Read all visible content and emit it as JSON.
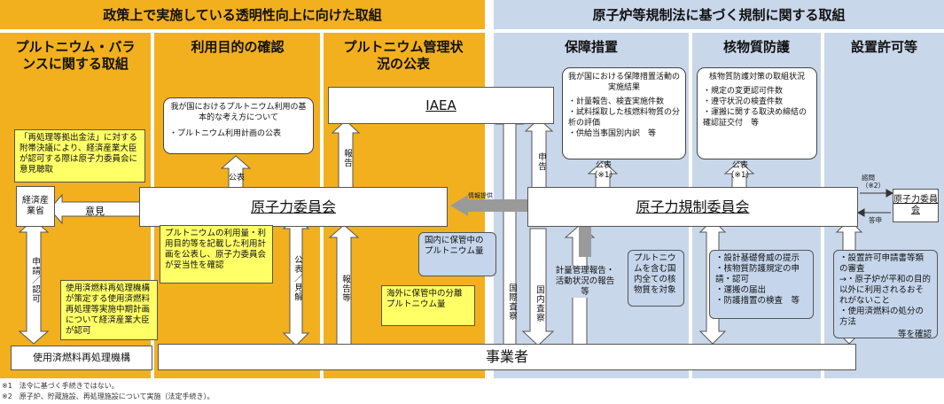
{
  "headers": {
    "left": "政策上で実施している透明性向上に向けた取組",
    "right": "原子炉等規制法に基づく規制に関する取組"
  },
  "columns": {
    "pu_balance": "プルトニウム・バランスに関する取組",
    "usage": "利用目的の確認",
    "pu_status": "プルトニウム管理状況の公表",
    "safeguards": "保障措置",
    "nuclear_security": "核物質防護",
    "permit": "設置許可等"
  },
  "boxes": {
    "iaea": "IAEA",
    "jaec": "原子力委員会",
    "nra": "原子力規制委員会",
    "operators": "事業者",
    "reprocessing_org": "使用済燃料再処理機構",
    "utility": "経済産業省",
    "jaec_small": "原子力委員会"
  },
  "notes": {
    "reprocessing_law": "「再処理等拠出金法」に対する附帯決議により、経済産業大臣が認可する際は原子力委員会に意見聴取",
    "plan_approval": "使用済燃料再処理機構が策定する使用済燃料再処理等実施中期計画について経済産業大臣が認可",
    "usage_confirm": "プルトニウムの利用量・利用目的等を記載した利用計画を公表し、原子力委員会が妥当性を確認",
    "overseas_pu": "海外に保管中の分離プルトニウム量",
    "basic_concept": "我が国におけるプルトニウム利用の基本的な考え方について",
    "basic_concept_item": "・プルトニウム利用計画の公表",
    "domestic_pu": "国内に保管中のプルトニウム量",
    "sg_results_title": "我が国における保障措置活動の実施結果",
    "sg_results_items": "・計量報告、検査実施件数\n・試料採取した核燃料物質の分析の評価\n・供給当事国別内訳　等",
    "ps_title": "核物質防護対策の取組状況",
    "ps_items": "・規定の変更認可件数\n・遵守状況の検査件数\n・運搬に関する取決め締結の確認証交付　等",
    "pu_target": "プルトニウムを含む国内全ての核物質を対象",
    "ps_items2": "・設計基礎脅威の提示\n・核物質防護規定の申請・認可\n・運搬の届出\n・防護措置の検査　等",
    "permit_items": "・設置許可申請書等類の審査\n→・原子炉が平和の目的以外に利用されるおそれがないこと\n・使用済燃料の処分の方法",
    "permit_end": "等を確認"
  },
  "labels": {
    "opinion": "意見",
    "publish": "公表",
    "report": "報告",
    "report_etc": "報告等",
    "publish_view": "公表／見解",
    "apply_approve": "申請／認可",
    "info_provide": "情報提供",
    "declare": "申告",
    "intl_inspect": "国際査察",
    "dom_inspect": "国内査察",
    "measure_report": "計量管理報告・活動状況の報告等",
    "publish_note1": "公表\n（※1）",
    "publish_note2": "公表\n（※1）",
    "consult": "諮問\n（※2）",
    "answer": "答申"
  },
  "footnotes": {
    "n1": "※1　法令に基づく手続きではない。",
    "n2": "※2　原子炉、貯蔵施設、再処理施設について実施（法定手続き）。"
  }
}
